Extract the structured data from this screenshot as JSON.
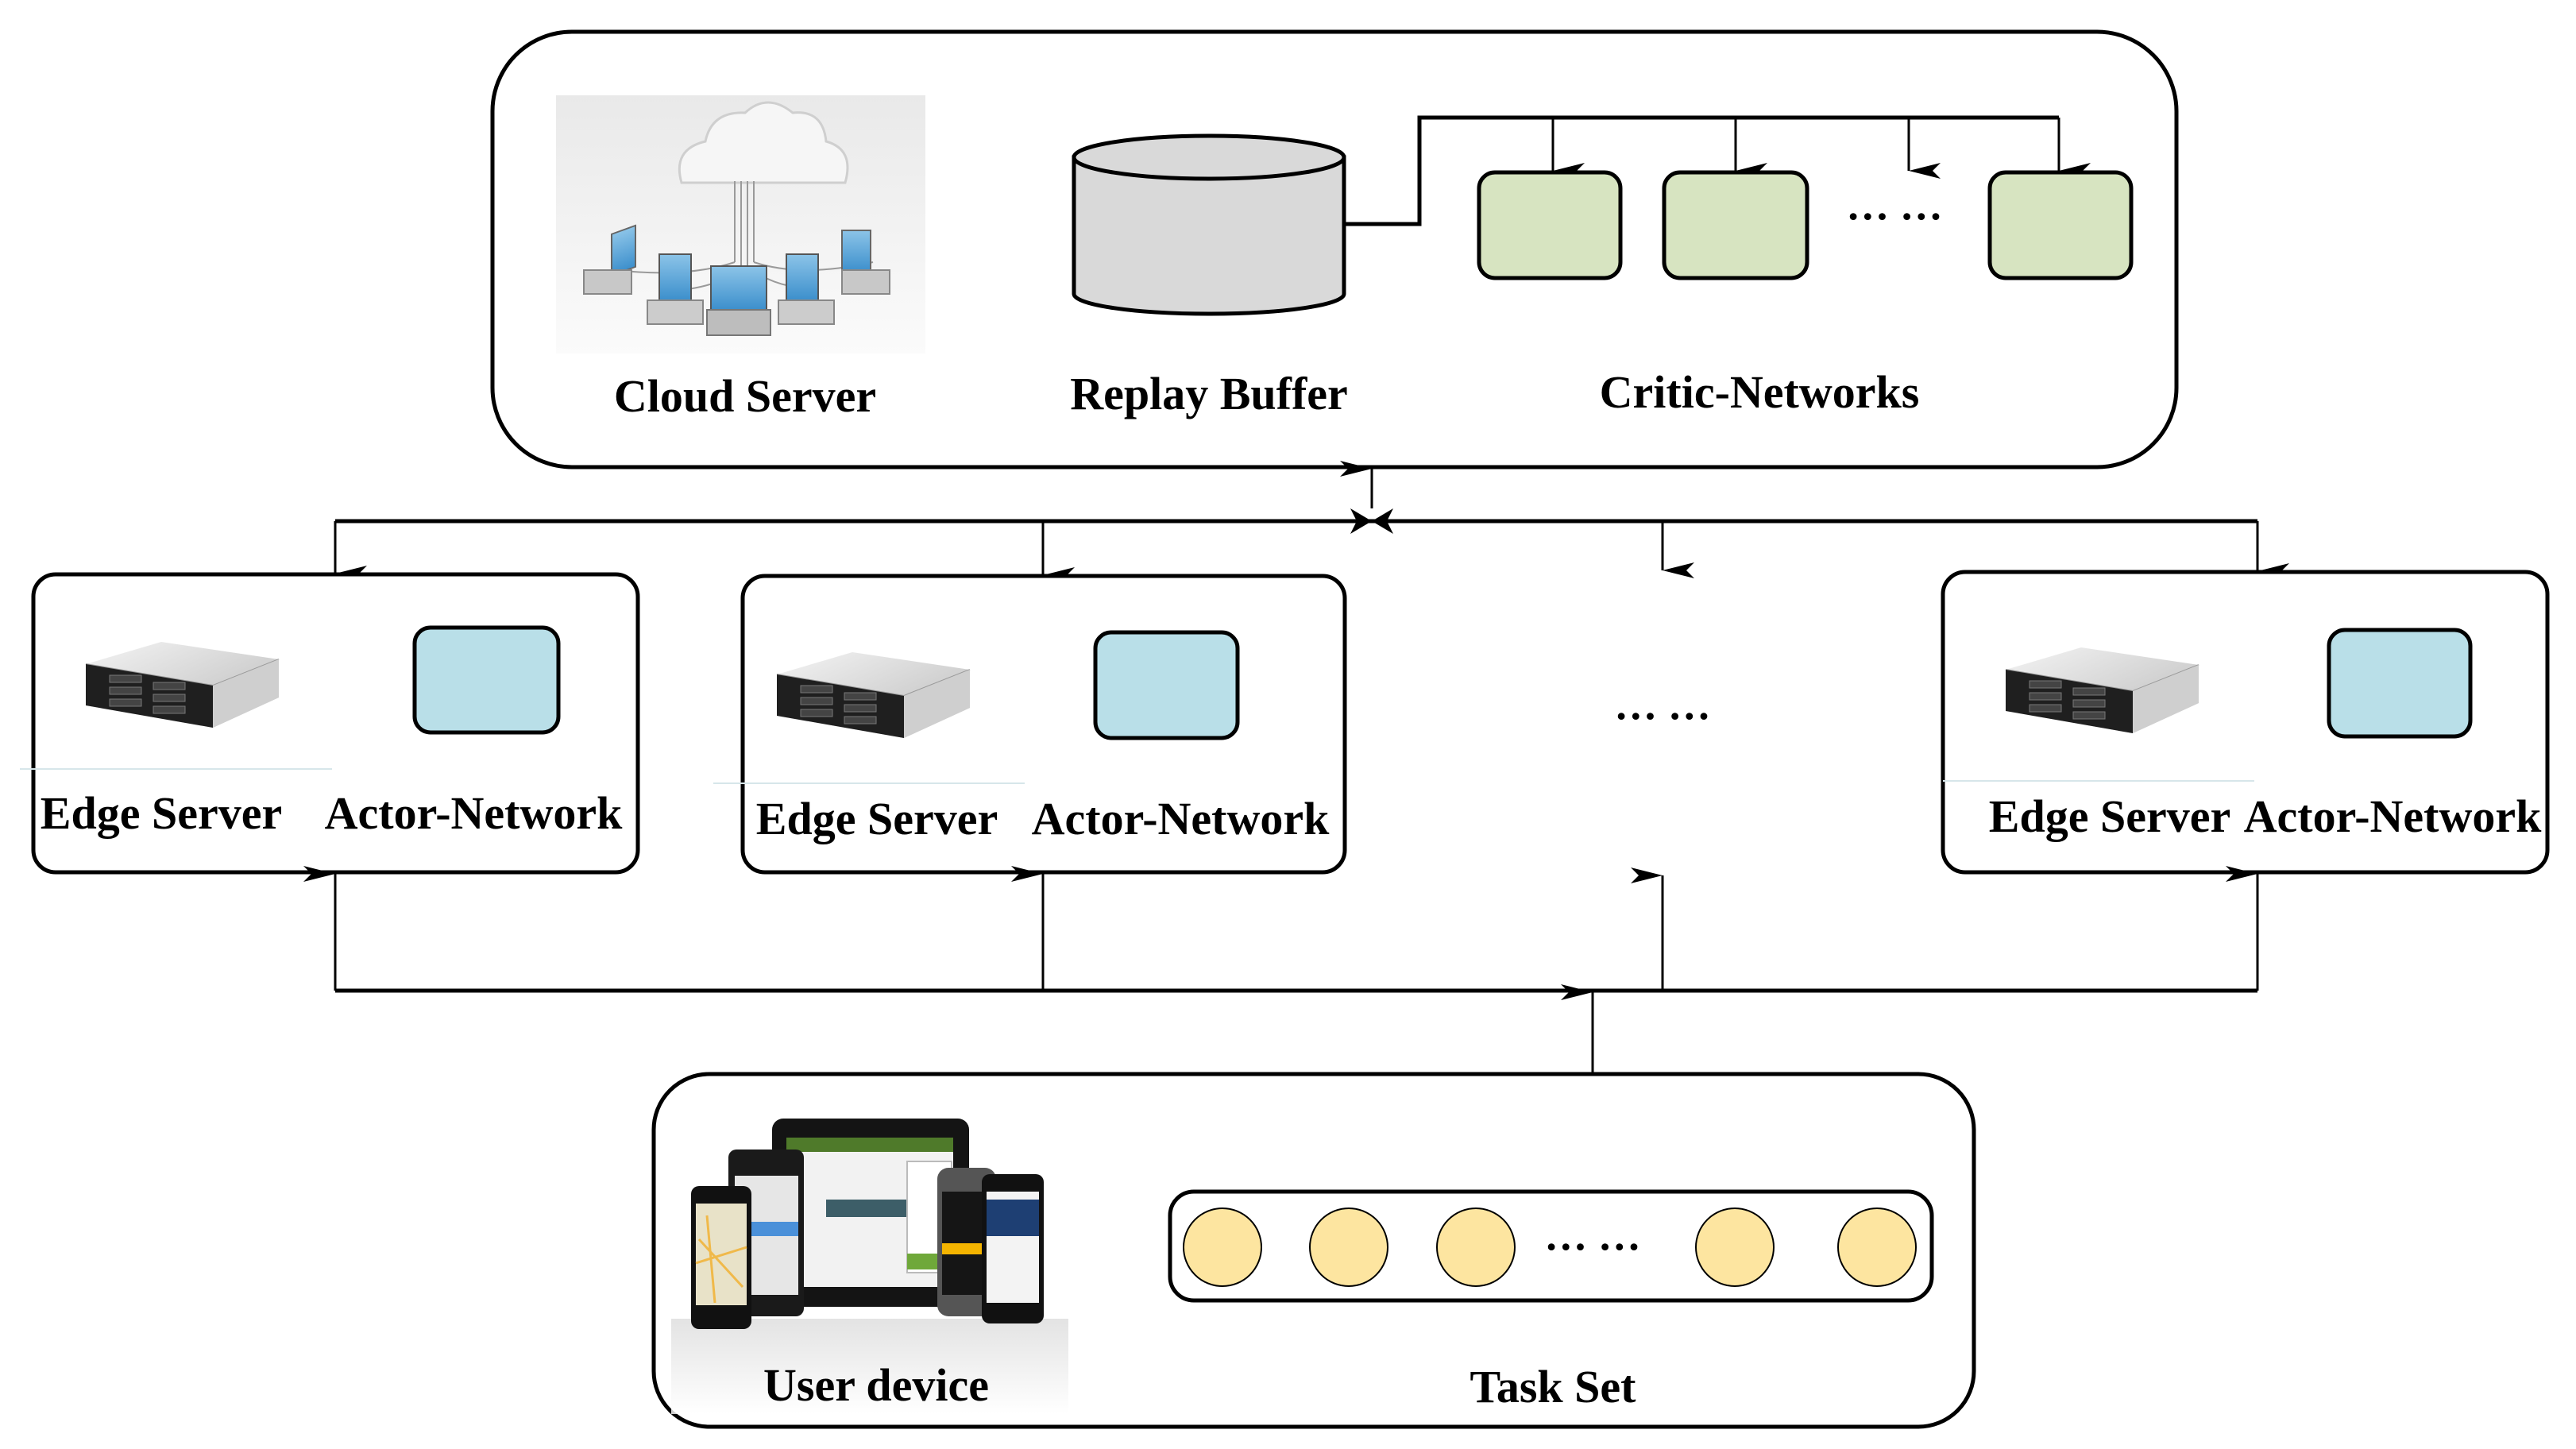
{
  "colors": {
    "critic_fill": "#d7e4c1",
    "actor_fill": "#b9dfe8",
    "task_fill": "#fde5a0",
    "buffer_fill": "#d9d9d9",
    "stroke": "#000000"
  },
  "cloud_tier": {
    "cloud_server_label": "Cloud Server",
    "cloud_server_icon": "cloud-network-icon",
    "replay_buffer_label": "Replay Buffer",
    "critic_label": "Critic-Networks",
    "critic_count_visible": 3,
    "critic_ellipsis": "… …"
  },
  "edge_tier": {
    "servers": [
      {
        "server_label": "Edge Server",
        "actor_label": "Actor-Network"
      },
      {
        "server_label": "Edge Server",
        "actor_label": "Actor-Network"
      },
      {
        "server_label": "Edge Server",
        "actor_label": "Actor-Network"
      }
    ],
    "server_icon": "rack-server-icon",
    "ellipsis": "… …"
  },
  "user_tier": {
    "user_device_label": "User device",
    "user_device_icon": "mobile-devices-icon",
    "task_set_label": "Task Set",
    "task_count_visible": 5,
    "task_ellipsis": "… …"
  }
}
